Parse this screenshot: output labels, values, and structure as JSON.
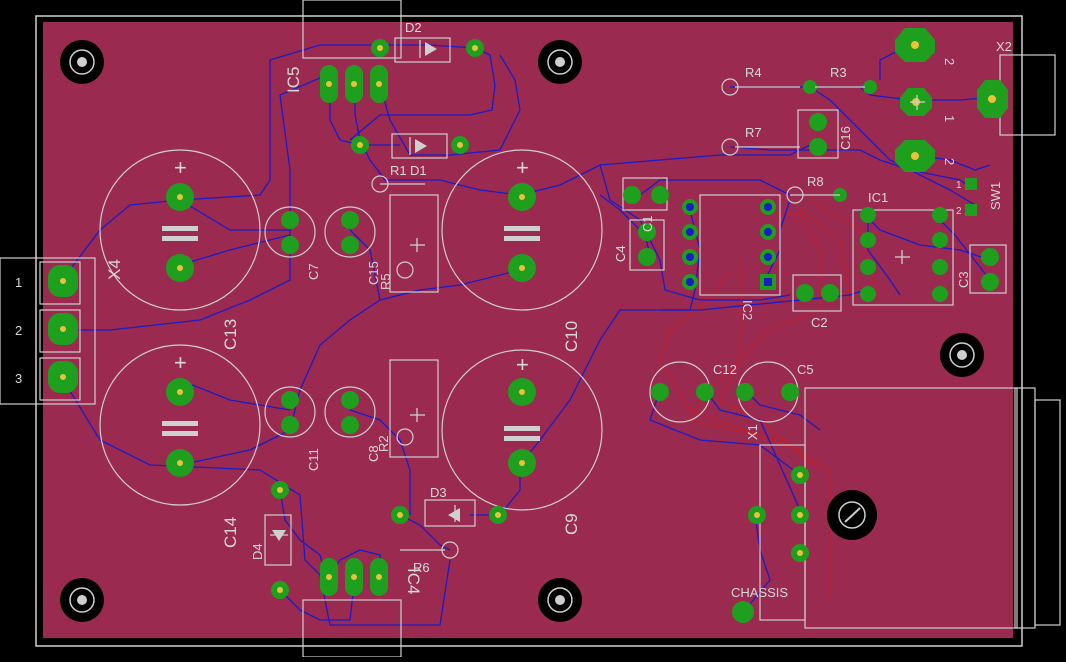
{
  "board": {
    "background_color": "#000000",
    "board_color": "#9a2a50",
    "outline_color": "#cfcfcf",
    "trace_color": "#1b1bc8",
    "bottom_trace_color": "#c0202a",
    "pad_color": "#1ea01e",
    "drill_color": "#e9c23c",
    "label_color": "#d8d8d8"
  },
  "labels": {
    "c13": "C13",
    "c14": "C14",
    "c10": "C10",
    "c9": "C9",
    "c7": "C7",
    "c15": "C15",
    "c11": "C11",
    "c8": "C8",
    "c12": "C12",
    "c5": "C5",
    "c4": "C4",
    "c1": "C1",
    "c2": "C2",
    "c3": "C3",
    "c16": "C16",
    "ic5": "IC5",
    "ic4": "IC4",
    "ic1": "IC1",
    "ic2": "IC2",
    "d1": "D1",
    "d2": "D2",
    "d3": "D3",
    "d4": "D4",
    "r1": "R1",
    "r2": "R2",
    "r3": "R3",
    "r4": "R4",
    "r5": "R5",
    "r6": "R6",
    "r7": "R7",
    "r8": "R8",
    "x1": "X1",
    "x2": "X2",
    "x4": "X4",
    "sw1": "SW1",
    "chassis": "CHASSIS",
    "plus": "+",
    "pin1": "1",
    "pin2": "2",
    "pin3": "3",
    "x2pin2a": "2",
    "x2pin1": "1",
    "x2pin2b": "2",
    "sw_pin1": "1",
    "sw_pin2": "2"
  }
}
